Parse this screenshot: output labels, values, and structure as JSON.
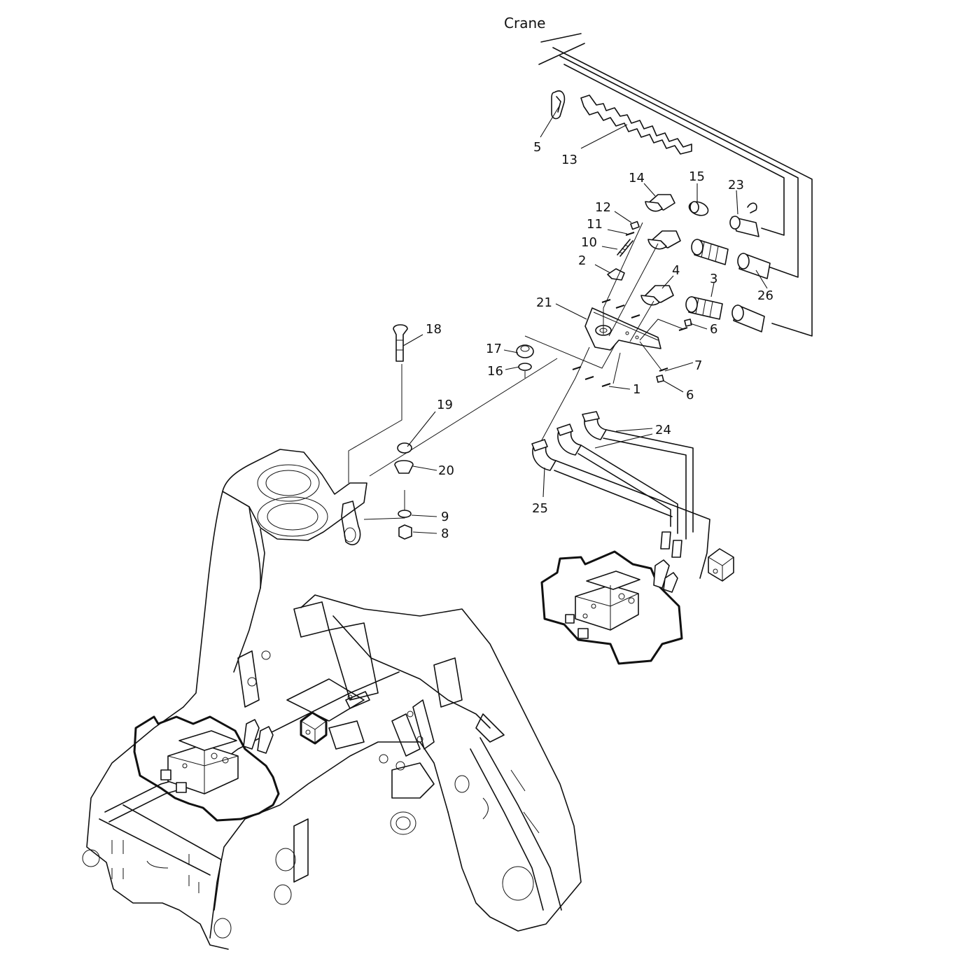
{
  "title": "Crane",
  "callouts": {
    "p1": "1",
    "p2": "2",
    "p3": "3",
    "p4": "4",
    "p5": "5",
    "p6a": "6",
    "p6b": "6",
    "p7": "7",
    "p8": "8",
    "p9": "9",
    "p10": "10",
    "p11": "11",
    "p12": "12",
    "p13": "13",
    "p14": "14",
    "p15": "15",
    "p16": "16",
    "p17": "17",
    "p18": "18",
    "p19": "19",
    "p20": "20",
    "p21": "21",
    "p23": "23",
    "p24": "24",
    "p25": "25",
    "p26": "26"
  }
}
